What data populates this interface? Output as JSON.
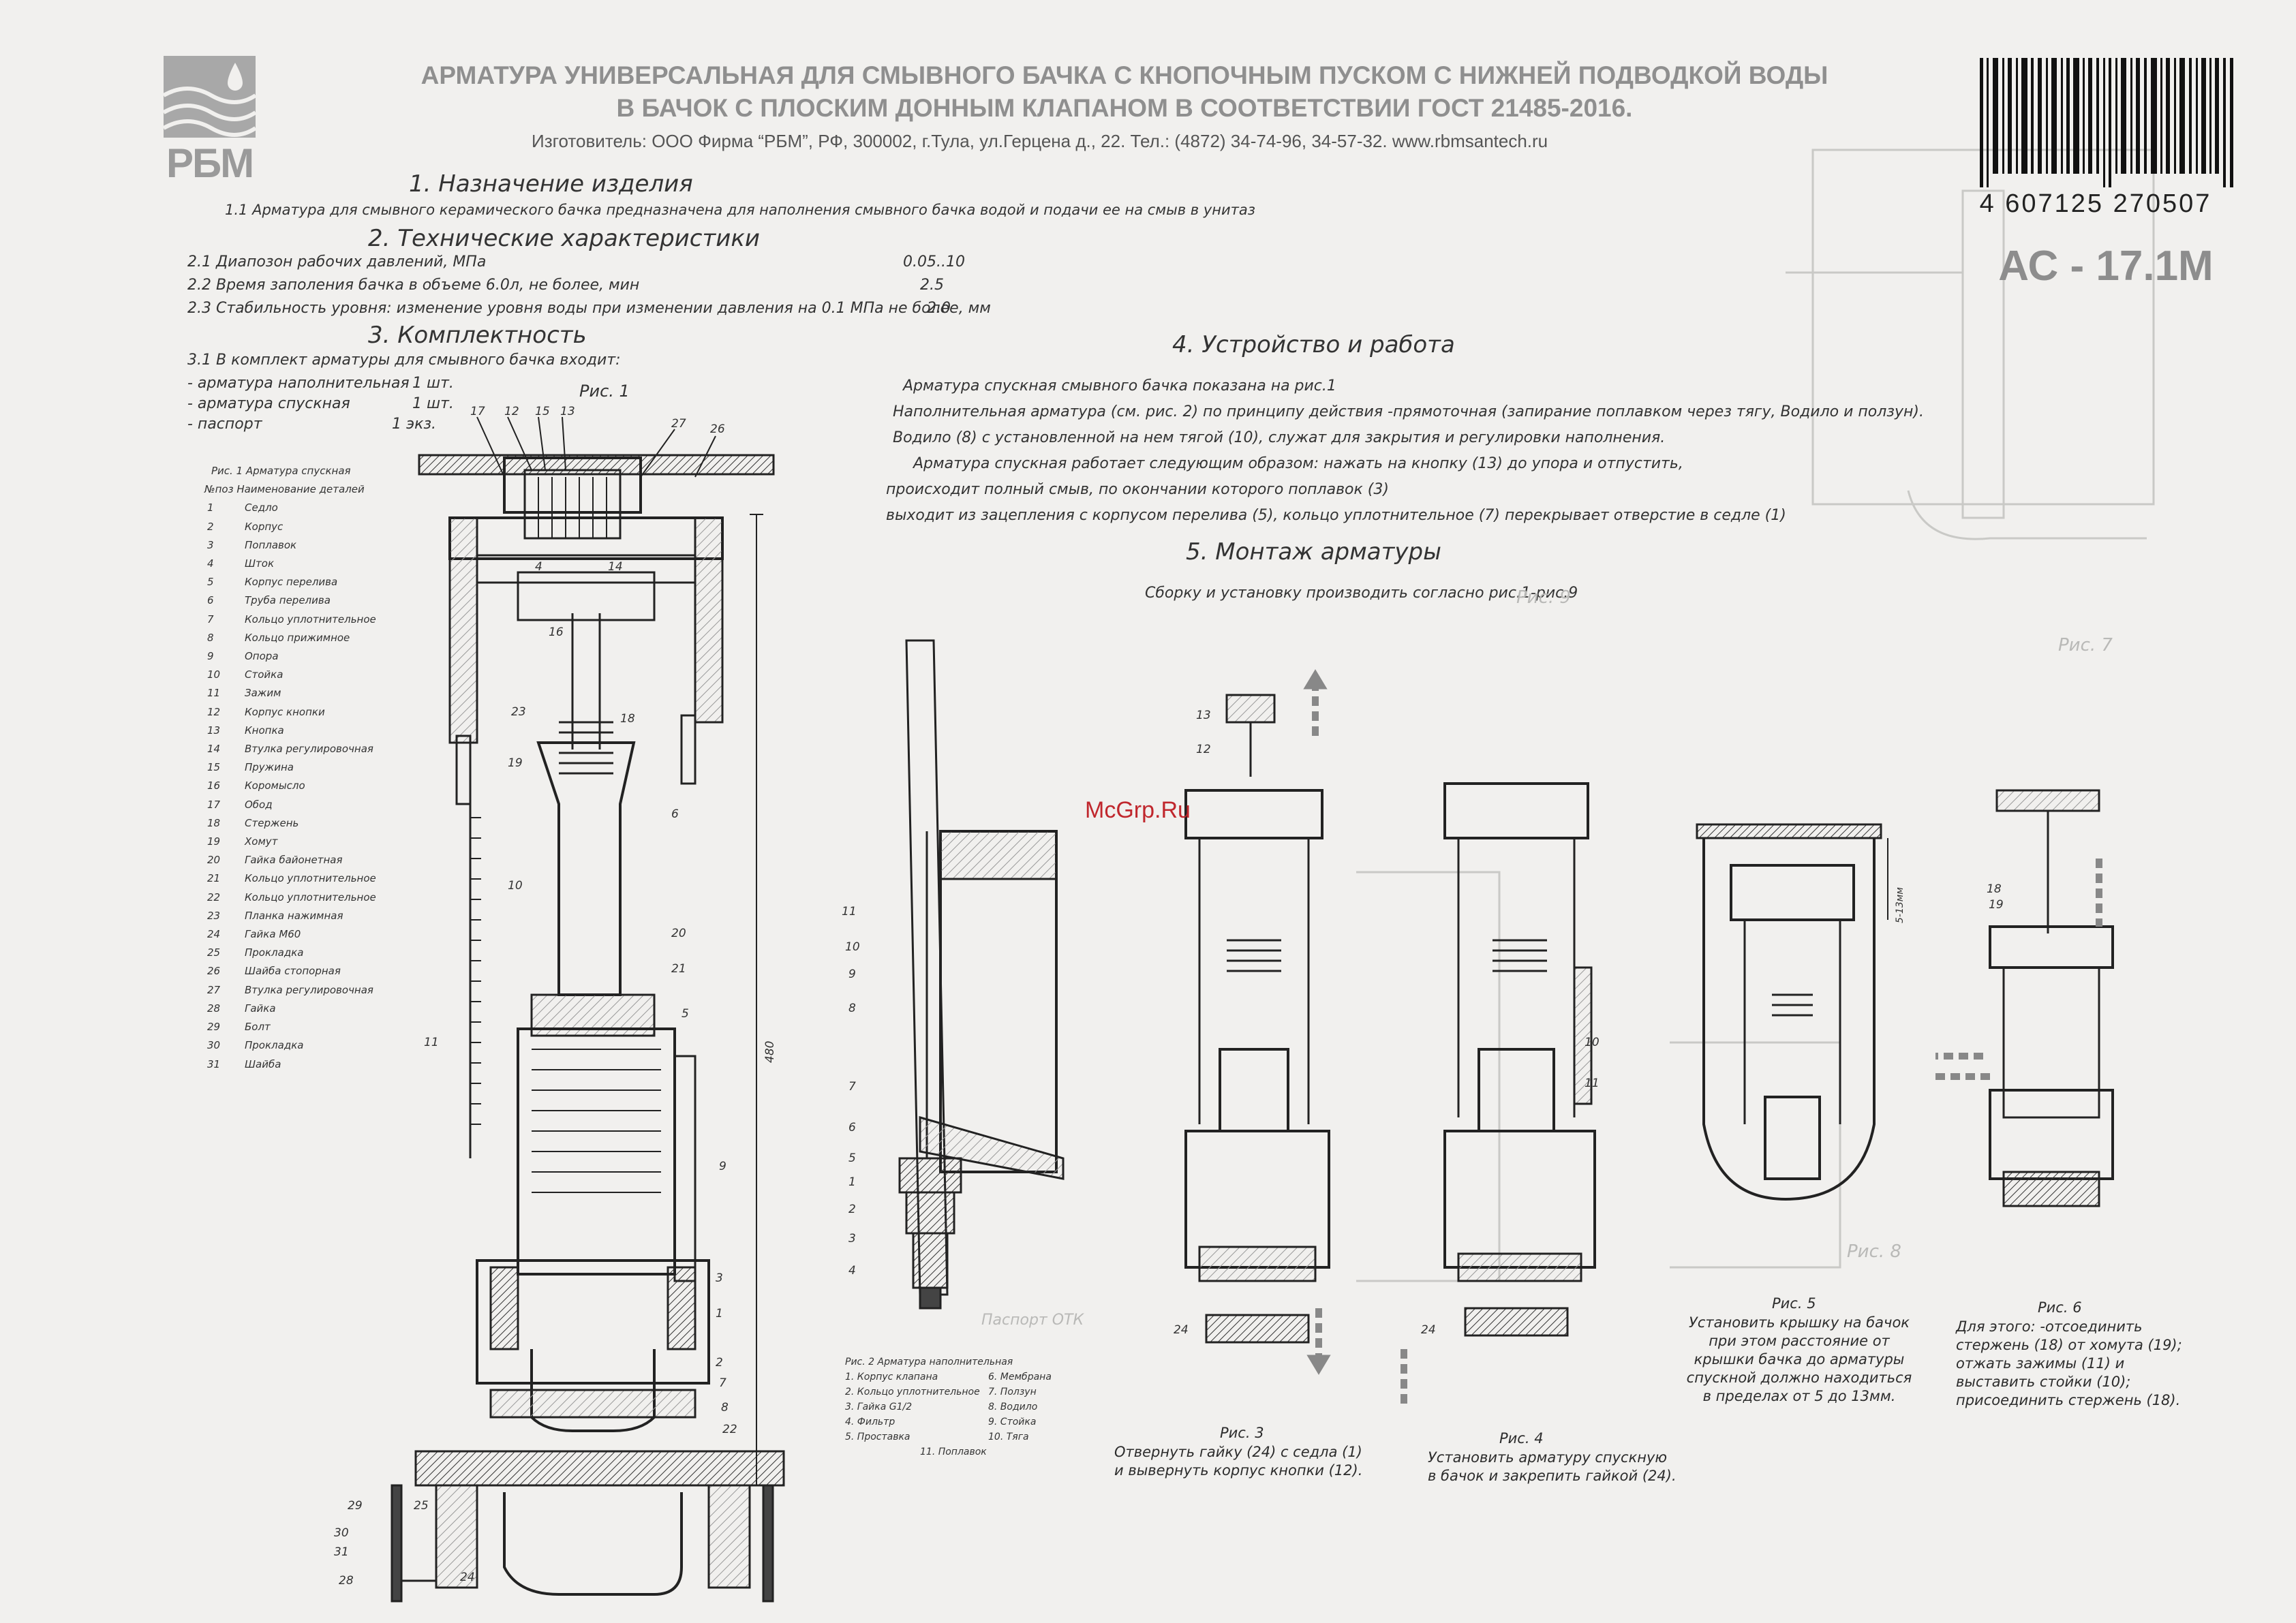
{
  "header": {
    "logo_text": "РБМ",
    "title_line1": "АРМАТУРА УНИВЕРСАЛЬНАЯ ДЛЯ СМЫВНОГО БАЧКА С КНОПОЧНЫМ ПУСКОМ С НИЖНЕЙ ПОДВОДКОЙ ВОДЫ",
    "title_line2": "В БАЧОК С ПЛОСКИМ ДОННЫМ КЛАПАНОМ В СООТВЕТСТВИИ  ГОСТ 21485-2016.",
    "manufacturer": "Изготовитель: ООО Фирма “РБМ”, РФ, 300002, г.Тула, ул.Герцена д., 22. Тел.: (4872) 34-74-96, 34-57-32. www.rbmsantech.ru"
  },
  "barcode": {
    "digits": "4 607125 270507"
  },
  "model": "АС - 17.1М",
  "sections": {
    "s1_title": "1. Назначение изделия",
    "s1_text": "1.1 Арматура для смывного керамического бачка предназначена для наполнения смывного бачка водой и подачи ее на смыв в унитаз",
    "s2_title": "2. Технические характеристики",
    "s2_rows": [
      {
        "label": "2.1 Диапозон рабочих давлений, МПа",
        "value": "0.05..10"
      },
      {
        "label": "2.2 Время заполения бачка в объеме 6.0л, не более, мин",
        "value": "2.5"
      },
      {
        "label": "2.3 Стабильность уровня: изменение уровня воды при изменении давления на 0.1 МПа  не более, мм",
        "value": "2.0"
      }
    ],
    "s3_title": "3. Комплектность",
    "s3_intro": "3.1 В комплект арматуры для смывного бачка входит:",
    "s3_items": [
      {
        "name": "- арматура наполнительная",
        "qty": "1 шт."
      },
      {
        "name": "- арматура спускная",
        "qty": "1 шт."
      },
      {
        "name": "- паспорт",
        "qty": "1 экз."
      }
    ],
    "s4_title": "4. Устройство и работа",
    "s4_lines": [
      "Арматура спускная смывного бачка показана на рис.1",
      "Наполнительная арматура (см. рис. 2) по принципу действия -прямоточная (запирание поплавком через тягу, Водило и ползун).",
      "Водило (8) с установленной на нем тягой (10), служат для закрытия и регулировки наполнения.",
      "Арматура спускная работает следующим образом: нажать на кнопку   (13) до упора и отпустить,",
      "происходит полный смыв, по окончании которого поплавок (3)",
      "выходит из зацепления с корпусом перелива (5), кольцо уплотнительное (7) перекрывает отверстие в седле (1)"
    ],
    "s5_title": "5. Монтаж арматуры",
    "s5_text": "Сборку и установку производить согласно рис.1-рис.9"
  },
  "fig1": {
    "label": "Рис. 1",
    "table_title": "Рис. 1  Арматура спускная",
    "table_header": "№поз  Наименование деталей",
    "parts": [
      {
        "n": "1",
        "name": "Седло"
      },
      {
        "n": "2",
        "name": "Корпус"
      },
      {
        "n": "3",
        "name": "Поплавок"
      },
      {
        "n": "4",
        "name": "Шток"
      },
      {
        "n": "5",
        "name": "Корпус перелива"
      },
      {
        "n": "6",
        "name": "Труба перелива"
      },
      {
        "n": "7",
        "name": "Кольцо уплотнительное"
      },
      {
        "n": "8",
        "name": "Кольцо прижимное"
      },
      {
        "n": "9",
        "name": "Опора"
      },
      {
        "n": "10",
        "name": "Стойка"
      },
      {
        "n": "11",
        "name": "Зажим"
      },
      {
        "n": "12",
        "name": "Корпус кнопки"
      },
      {
        "n": "13",
        "name": "Кнопка"
      },
      {
        "n": "14",
        "name": "Втулка регулировочная"
      },
      {
        "n": "15",
        "name": "Пружина"
      },
      {
        "n": "16",
        "name": "Коромысло"
      },
      {
        "n": "17",
        "name": "Обод"
      },
      {
        "n": "18",
        "name": "Стержень"
      },
      {
        "n": "19",
        "name": "Хомут"
      },
      {
        "n": "20",
        "name": "Гайка байонетная"
      },
      {
        "n": "21",
        "name": "Кольцо уплотнительное"
      },
      {
        "n": "22",
        "name": "Кольцо уплотнительное"
      },
      {
        "n": "23",
        "name": "Планка нажимная"
      },
      {
        "n": "24",
        "name": "Гайка М60"
      },
      {
        "n": "25",
        "name": "Прокладка"
      },
      {
        "n": "26",
        "name": "Шайба стопорная"
      },
      {
        "n": "27",
        "name": "Втулка регулировочная"
      },
      {
        "n": "28",
        "name": "Гайка"
      },
      {
        "n": "29",
        "name": "Болт"
      },
      {
        "n": "30",
        "name": "Прокладка"
      },
      {
        "n": "31",
        "name": "Шайба"
      }
    ],
    "callouts_top": [
      "17",
      "12",
      "15",
      "13",
      "27",
      "26"
    ],
    "callouts_left": [
      "16",
      "23",
      "18",
      "19",
      "10",
      "11",
      "29",
      "30",
      "31",
      "28",
      "25",
      "24"
    ],
    "callouts_right": [
      "14",
      "4",
      "6",
      "20",
      "21",
      "5",
      "9",
      "3",
      "1",
      "2",
      "7",
      "8",
      "22"
    ],
    "dimension": "480"
  },
  "fig2": {
    "table_title": "Рис. 2  Арматура наполнительная",
    "col1": [
      "1. Корпус клапана",
      "2. Кольцо уплотнительное",
      "3. Гайка G1/2",
      "4. Фильтр",
      "5. Проставка"
    ],
    "col2": [
      "6. Мембрана",
      "7. Ползун",
      "8. Водило",
      "9. Стойка",
      "10. Тяга"
    ],
    "last": "11. Поплавок",
    "callouts": [
      "11",
      "10",
      "9",
      "8",
      "7",
      "6",
      "5",
      "1",
      "2",
      "3",
      "4"
    ]
  },
  "fig3": {
    "label": "Рис. 3",
    "caption": "Отвернуть гайку (24) с седла (1) и вывернуть корпус кнопки (12).",
    "callouts": [
      "13",
      "12",
      "24"
    ]
  },
  "fig4": {
    "label": "Рис. 4",
    "caption": "Установить арматуру спускную в бачок и закрепить гайкой (24).",
    "callouts": [
      "10",
      "11",
      "24"
    ]
  },
  "fig5": {
    "label": "Рис. 5",
    "caption": "Установить крышку на бачок при этом расстояние от крышки бачка до арматуры спускной должно находиться в пределах от 5 до 13мм.",
    "dimension": "5-13мм"
  },
  "fig6": {
    "label": "Рис. 6",
    "caption": "Для этого: -отсоединить стержень (18) от хомута (19); отжать зажимы (11) и выставить стойки (10); присоединить стержень (18).",
    "callouts": [
      "18",
      "19"
    ]
  },
  "watermark": "McGrp.Ru",
  "bleed_text": {
    "fig7_label": "Рис. 7",
    "fig8_label": "Рис. 8",
    "fig9_label": "Рис. 9",
    "passport": "Паспорт ОТК"
  }
}
